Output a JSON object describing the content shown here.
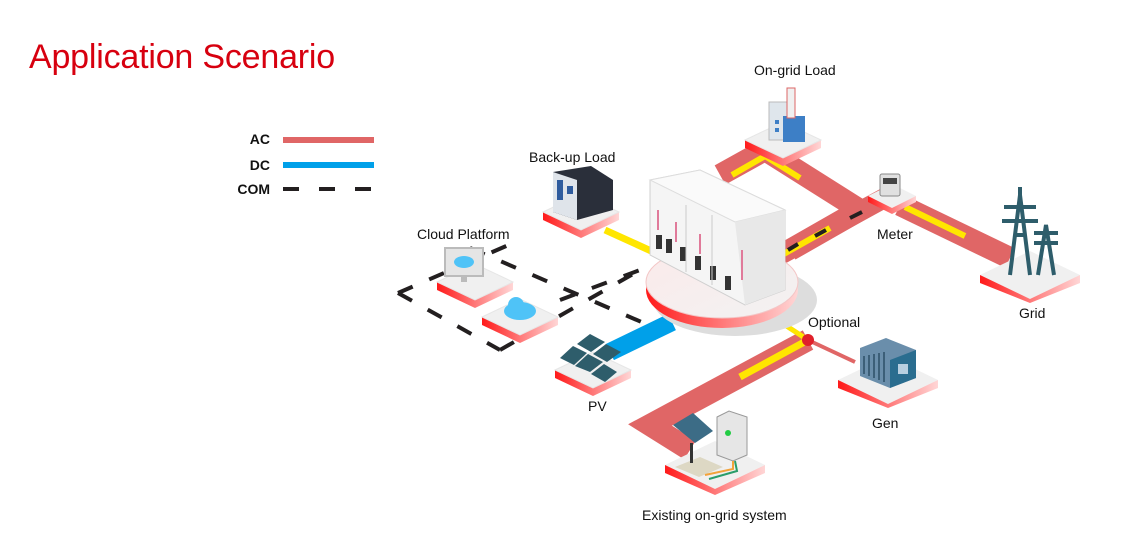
{
  "title": "Application Scenario",
  "legend": [
    {
      "label": "AC",
      "color": "#e06666",
      "style": "solid"
    },
    {
      "label": "DC",
      "color": "#00a0e9",
      "style": "solid"
    },
    {
      "label": "COM",
      "color": "#231f20",
      "style": "dashed"
    }
  ],
  "nodes": {
    "on_grid_load": "On-grid Load",
    "backup_load": "Back-up Load",
    "cloud_platform": "Cloud Platform",
    "meter": "Meter",
    "grid": "Grid",
    "pv": "PV",
    "optional": "Optional",
    "gen": "Gen",
    "existing_system": "Existing on-grid system"
  },
  "colors": {
    "accent": "#d7000f",
    "ac": "#e06666",
    "ac_highlight": "#ffe600",
    "dc": "#00a0e9",
    "com": "#231f20",
    "pedestal_rim": "#ff2020",
    "tower": "#2e5d6b"
  }
}
